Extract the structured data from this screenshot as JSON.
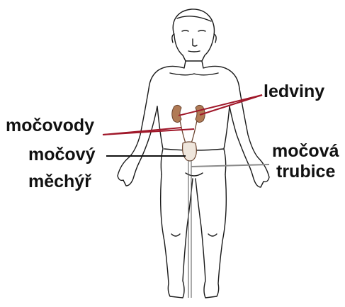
{
  "labels": {
    "kidneys": "ledviny",
    "ureters": "močovody",
    "bladder_line1": "močový",
    "bladder_line2": "měchýř",
    "urethra_line1": "močová",
    "urethra_line2": "trubice"
  },
  "colors": {
    "outline": "#1a1a1a",
    "organ_fill": "#b07a55",
    "pointer_red": "#a0182a",
    "pointer_black": "#111111",
    "pointer_gray": "#8a8a8a"
  }
}
